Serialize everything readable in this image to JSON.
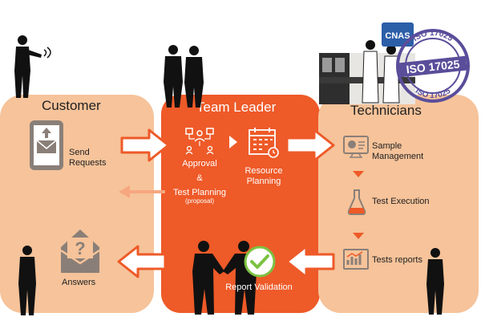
{
  "customer": {
    "title": "Customer",
    "send_requests": "Send\nRequests",
    "answers": "Answers"
  },
  "team_leader": {
    "title": "Team Leader",
    "approval": "Approval",
    "ampersand": "&",
    "test_planning": "Test Planning",
    "proposal": "(proposal)",
    "resource_planning": "Resource\nPlanning",
    "report_validation": "Report Validation"
  },
  "technicians": {
    "title": "Technicians",
    "sample_management": "Sample\nManagement",
    "test_execution": "Test Execution",
    "tests_reports": "Tests reports"
  },
  "badges": {
    "cnas": "CNAS",
    "iso_line1": "ISO 17025",
    "iso_main": "ISO 17025"
  },
  "colors": {
    "panel_light": "#f6c39a",
    "panel_accent": "#ee5a28",
    "arrow": "#ee5a28",
    "arrow_faded": "#f6a77f",
    "check": "#7cc242",
    "stamp": "#5a4d9a"
  }
}
